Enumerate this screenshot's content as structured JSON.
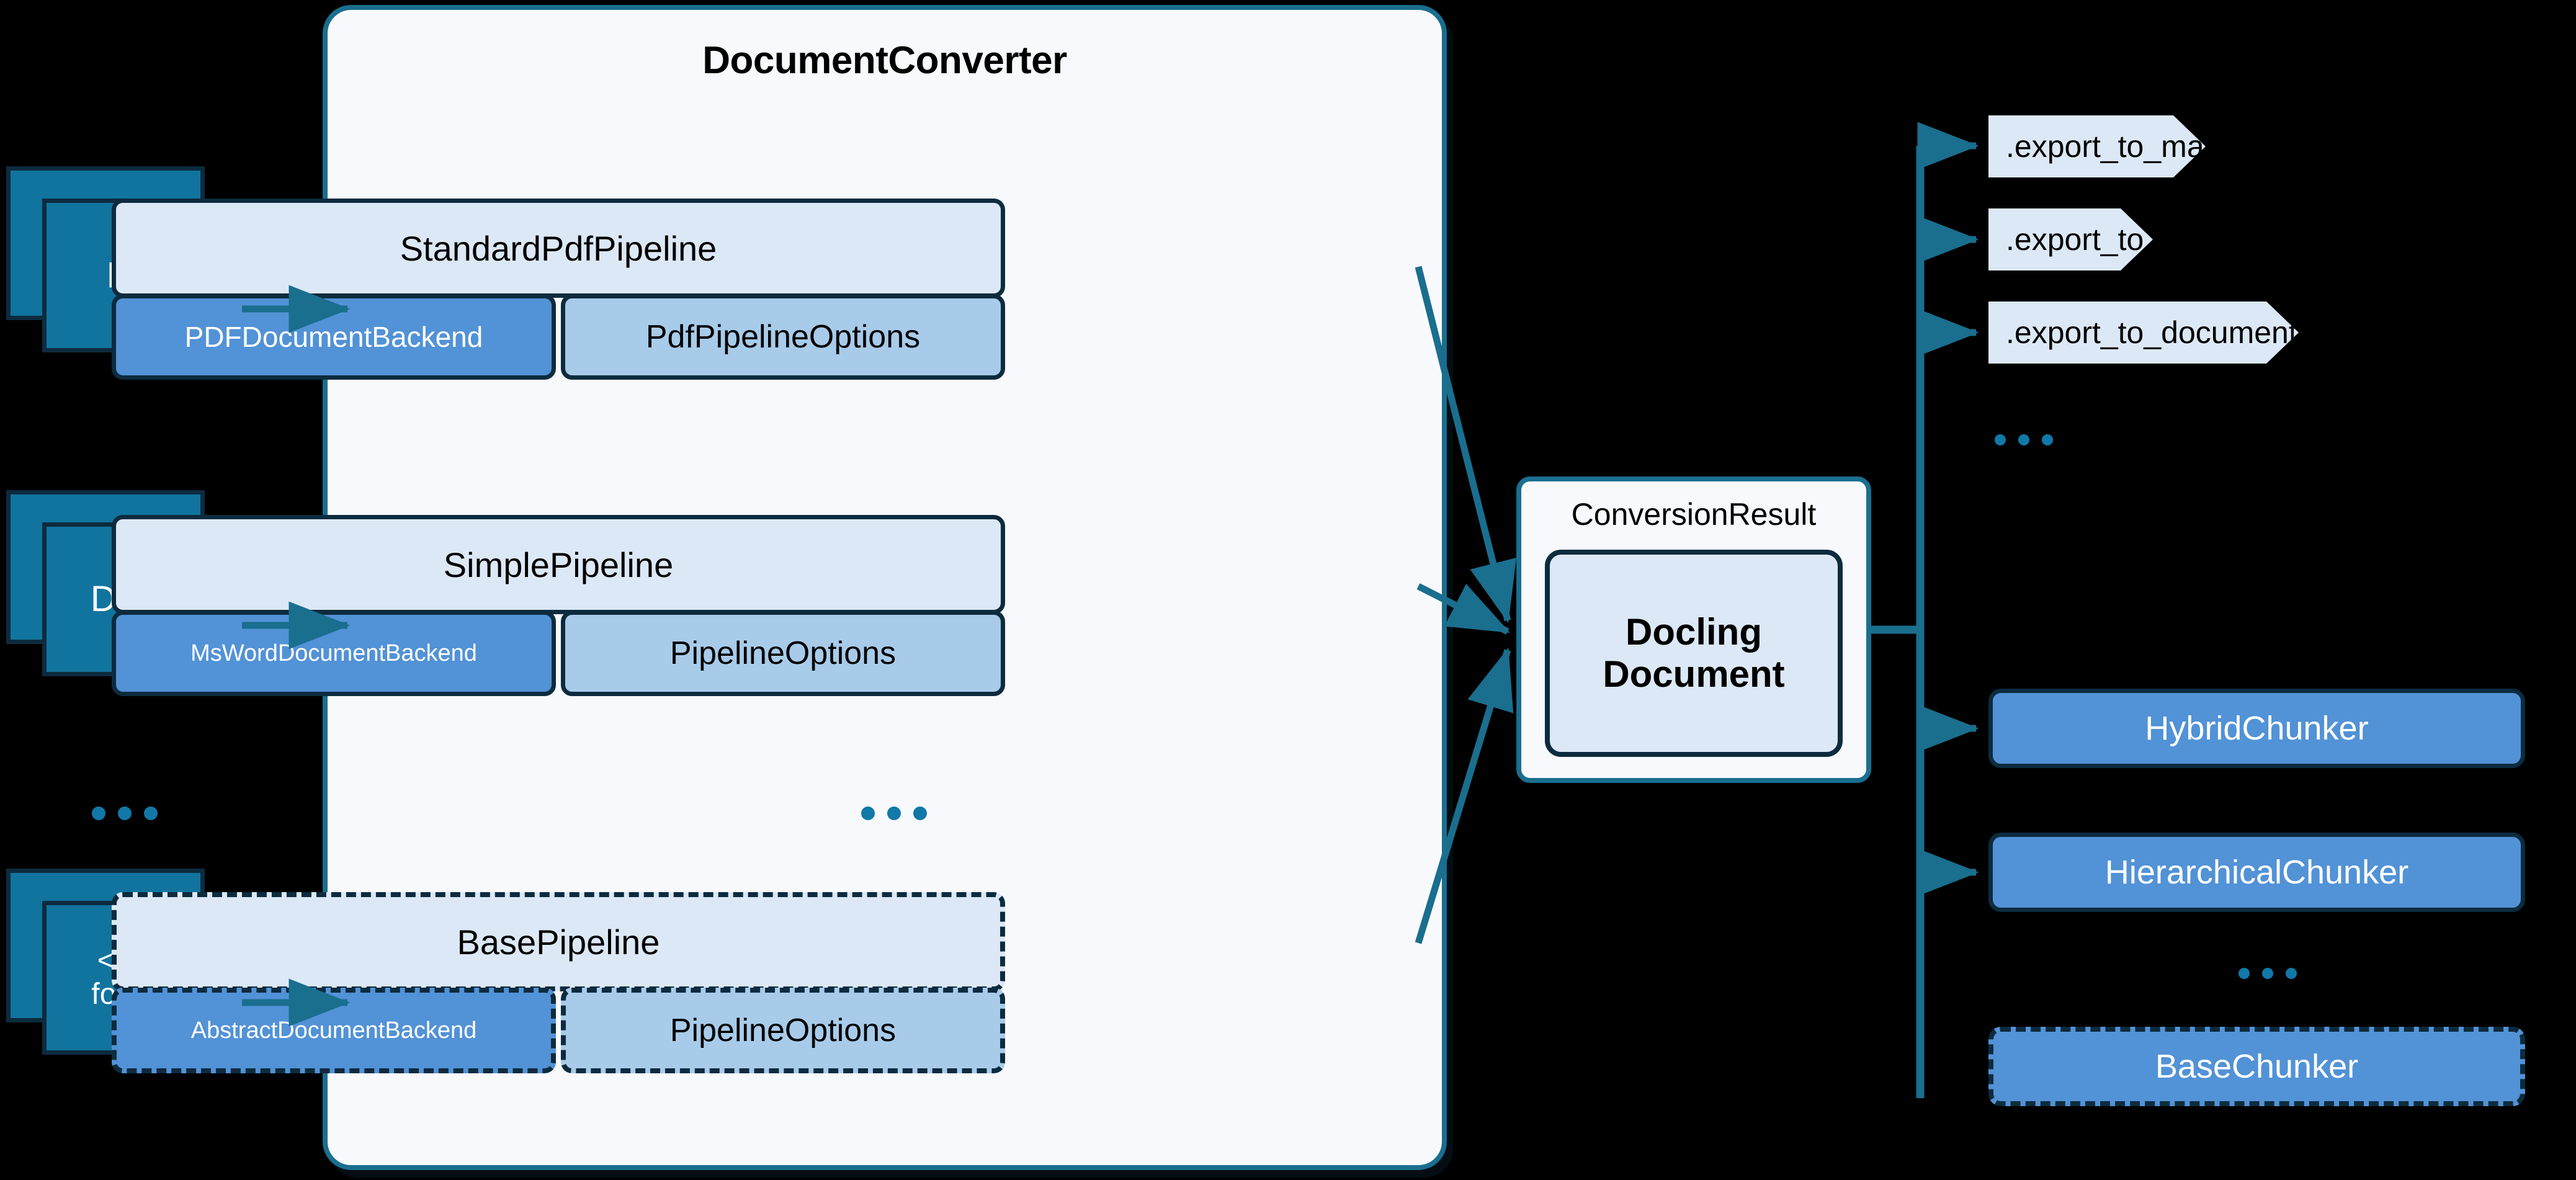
{
  "colors": {
    "background": "#000000",
    "doc_icon_fill": "#11749e",
    "dark_outline": "#0d2b3e",
    "teal_accent": "#1a6e8e",
    "container_fill": "#f7f9fd",
    "pipeline_header_fill": "#dce8f5",
    "backend_fill": "#5292d6",
    "options_fill": "#a8cbea",
    "dots_color": "#1178a8"
  },
  "inputs": {
    "documents": [
      {
        "label": "PDF"
      },
      {
        "label": "DOCX"
      },
      {
        "label": "<some\nformat>"
      }
    ],
    "ellipsis": "..."
  },
  "converter": {
    "title": "DocumentConverter",
    "ellipsis": "...",
    "pipelines": [
      {
        "name": "StandardPdfPipeline",
        "backend": "PDFDocumentBackend",
        "options": "PdfPipelineOptions",
        "style": "solid"
      },
      {
        "name": "SimplePipeline",
        "backend": "MsWordDocumentBackend",
        "options": "PipelineOptions",
        "style": "solid"
      },
      {
        "name": "BasePipeline",
        "backend": "AbstractDocumentBackend",
        "options": "PipelineOptions",
        "style": "dashed"
      }
    ]
  },
  "result": {
    "title": "ConversionResult",
    "document": "Docling\nDocument"
  },
  "exports": {
    "items": [
      {
        "label": ".export_to_markdown()"
      },
      {
        "label": ".export_to_dict()"
      },
      {
        "label": ".export_to_document_tokens()"
      }
    ],
    "ellipsis": "..."
  },
  "chunkers": {
    "items": [
      {
        "label": "HybridChunker",
        "style": "solid"
      },
      {
        "label": "HierarchicalChunker",
        "style": "solid"
      },
      {
        "label": "BaseChunker",
        "style": "dashed"
      }
    ],
    "ellipsis": "..."
  }
}
